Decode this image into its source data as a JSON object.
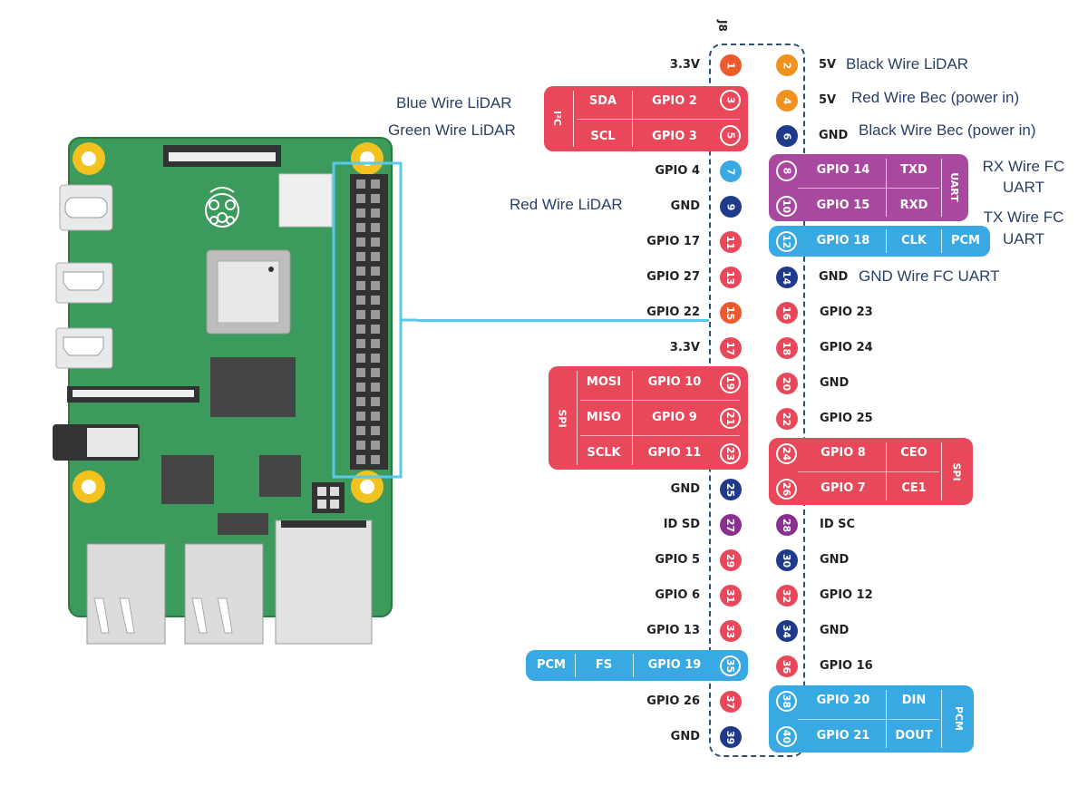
{
  "header_label": "J8",
  "colors": {
    "power_5v": "#f2921e",
    "power_3v3": "#ee5a2b",
    "ground": "#1f3a8a",
    "gpio_red": "#e8485a",
    "blue": "#38a9e2",
    "purple": "#a9489f",
    "id": "#8a2f8f",
    "wire_note": "#2a3f66",
    "board_green": "#3b9a5c",
    "highlight": "#5ac8ea"
  },
  "left_labels": [
    "3.3V",
    "",
    "",
    "GPIO 4",
    "GND",
    "GPIO 17",
    "GPIO 27",
    "GPIO 22",
    "3.3V",
    "",
    "",
    "",
    "GND",
    "ID SD",
    "GPIO 5",
    "GPIO 6",
    "GPIO 13",
    "",
    "GPIO 26",
    "GND"
  ],
  "right_labels": [
    "5V",
    "5V",
    "GND",
    "",
    "",
    "",
    "GND",
    "GPIO 23",
    "GPIO 24",
    "GND",
    "GPIO 25",
    "",
    "",
    "ID SC",
    "GND",
    "GPIO 12",
    "GND",
    "GPIO 16",
    "",
    ""
  ],
  "odd_pins": [
    "1",
    "3",
    "5",
    "7",
    "9",
    "11",
    "13",
    "15",
    "17",
    "19",
    "21",
    "23",
    "25",
    "27",
    "29",
    "31",
    "33",
    "35",
    "37",
    "39"
  ],
  "even_pins": [
    "2",
    "4",
    "6",
    "8",
    "10",
    "12",
    "14",
    "16",
    "18",
    "20",
    "22",
    "24",
    "26",
    "28",
    "30",
    "32",
    "34",
    "36",
    "38",
    "40"
  ],
  "groups": {
    "i2c": {
      "bus": "I²C",
      "pins": [
        "SDA",
        "SCL"
      ],
      "gpio": [
        "GPIO 2",
        "GPIO 3"
      ]
    },
    "spi_left": {
      "bus": "SPI",
      "pins": [
        "MOSI",
        "MISO",
        "SCLK"
      ],
      "gpio": [
        "GPIO 10",
        "GPIO 9",
        "GPIO 11"
      ]
    },
    "pcm_left": {
      "bus": "PCM",
      "fn": "FS",
      "gpio": "GPIO 19"
    },
    "uart": {
      "bus": "UART",
      "pins": [
        "TXD",
        "RXD"
      ],
      "gpio": [
        "GPIO 14",
        "GPIO 15"
      ]
    },
    "pcm_clk": {
      "gpio": "GPIO 18",
      "fn": "CLK",
      "bus": "PCM"
    },
    "spi_right": {
      "bus": "SPI",
      "pins": [
        "CEO",
        "CE1"
      ],
      "gpio": [
        "GPIO 8",
        "GPIO 7"
      ]
    },
    "pcm_right": {
      "bus": "PCM",
      "pins": [
        "DIN",
        "DOUT"
      ],
      "gpio": [
        "GPIO 20",
        "GPIO 21"
      ]
    }
  },
  "wire_notes": {
    "black_wire_lidar": "Black Wire LiDAR",
    "red_wire_bec": "Red Wire Bec (power in)",
    "black_wire_bec": "Black Wire Bec (power in)",
    "blue_wire_lidar": "Blue Wire LiDAR",
    "green_wire_lidar": "Green Wire LiDAR",
    "red_wire_lidar": "Red Wire LiDAR",
    "rx_wire_fc_uart": [
      "RX Wire FC",
      "UART"
    ],
    "tx_wire_fc_uart": [
      "TX Wire FC",
      "UART"
    ],
    "gnd_wire_fc_uart": "GND Wire FC UART"
  }
}
